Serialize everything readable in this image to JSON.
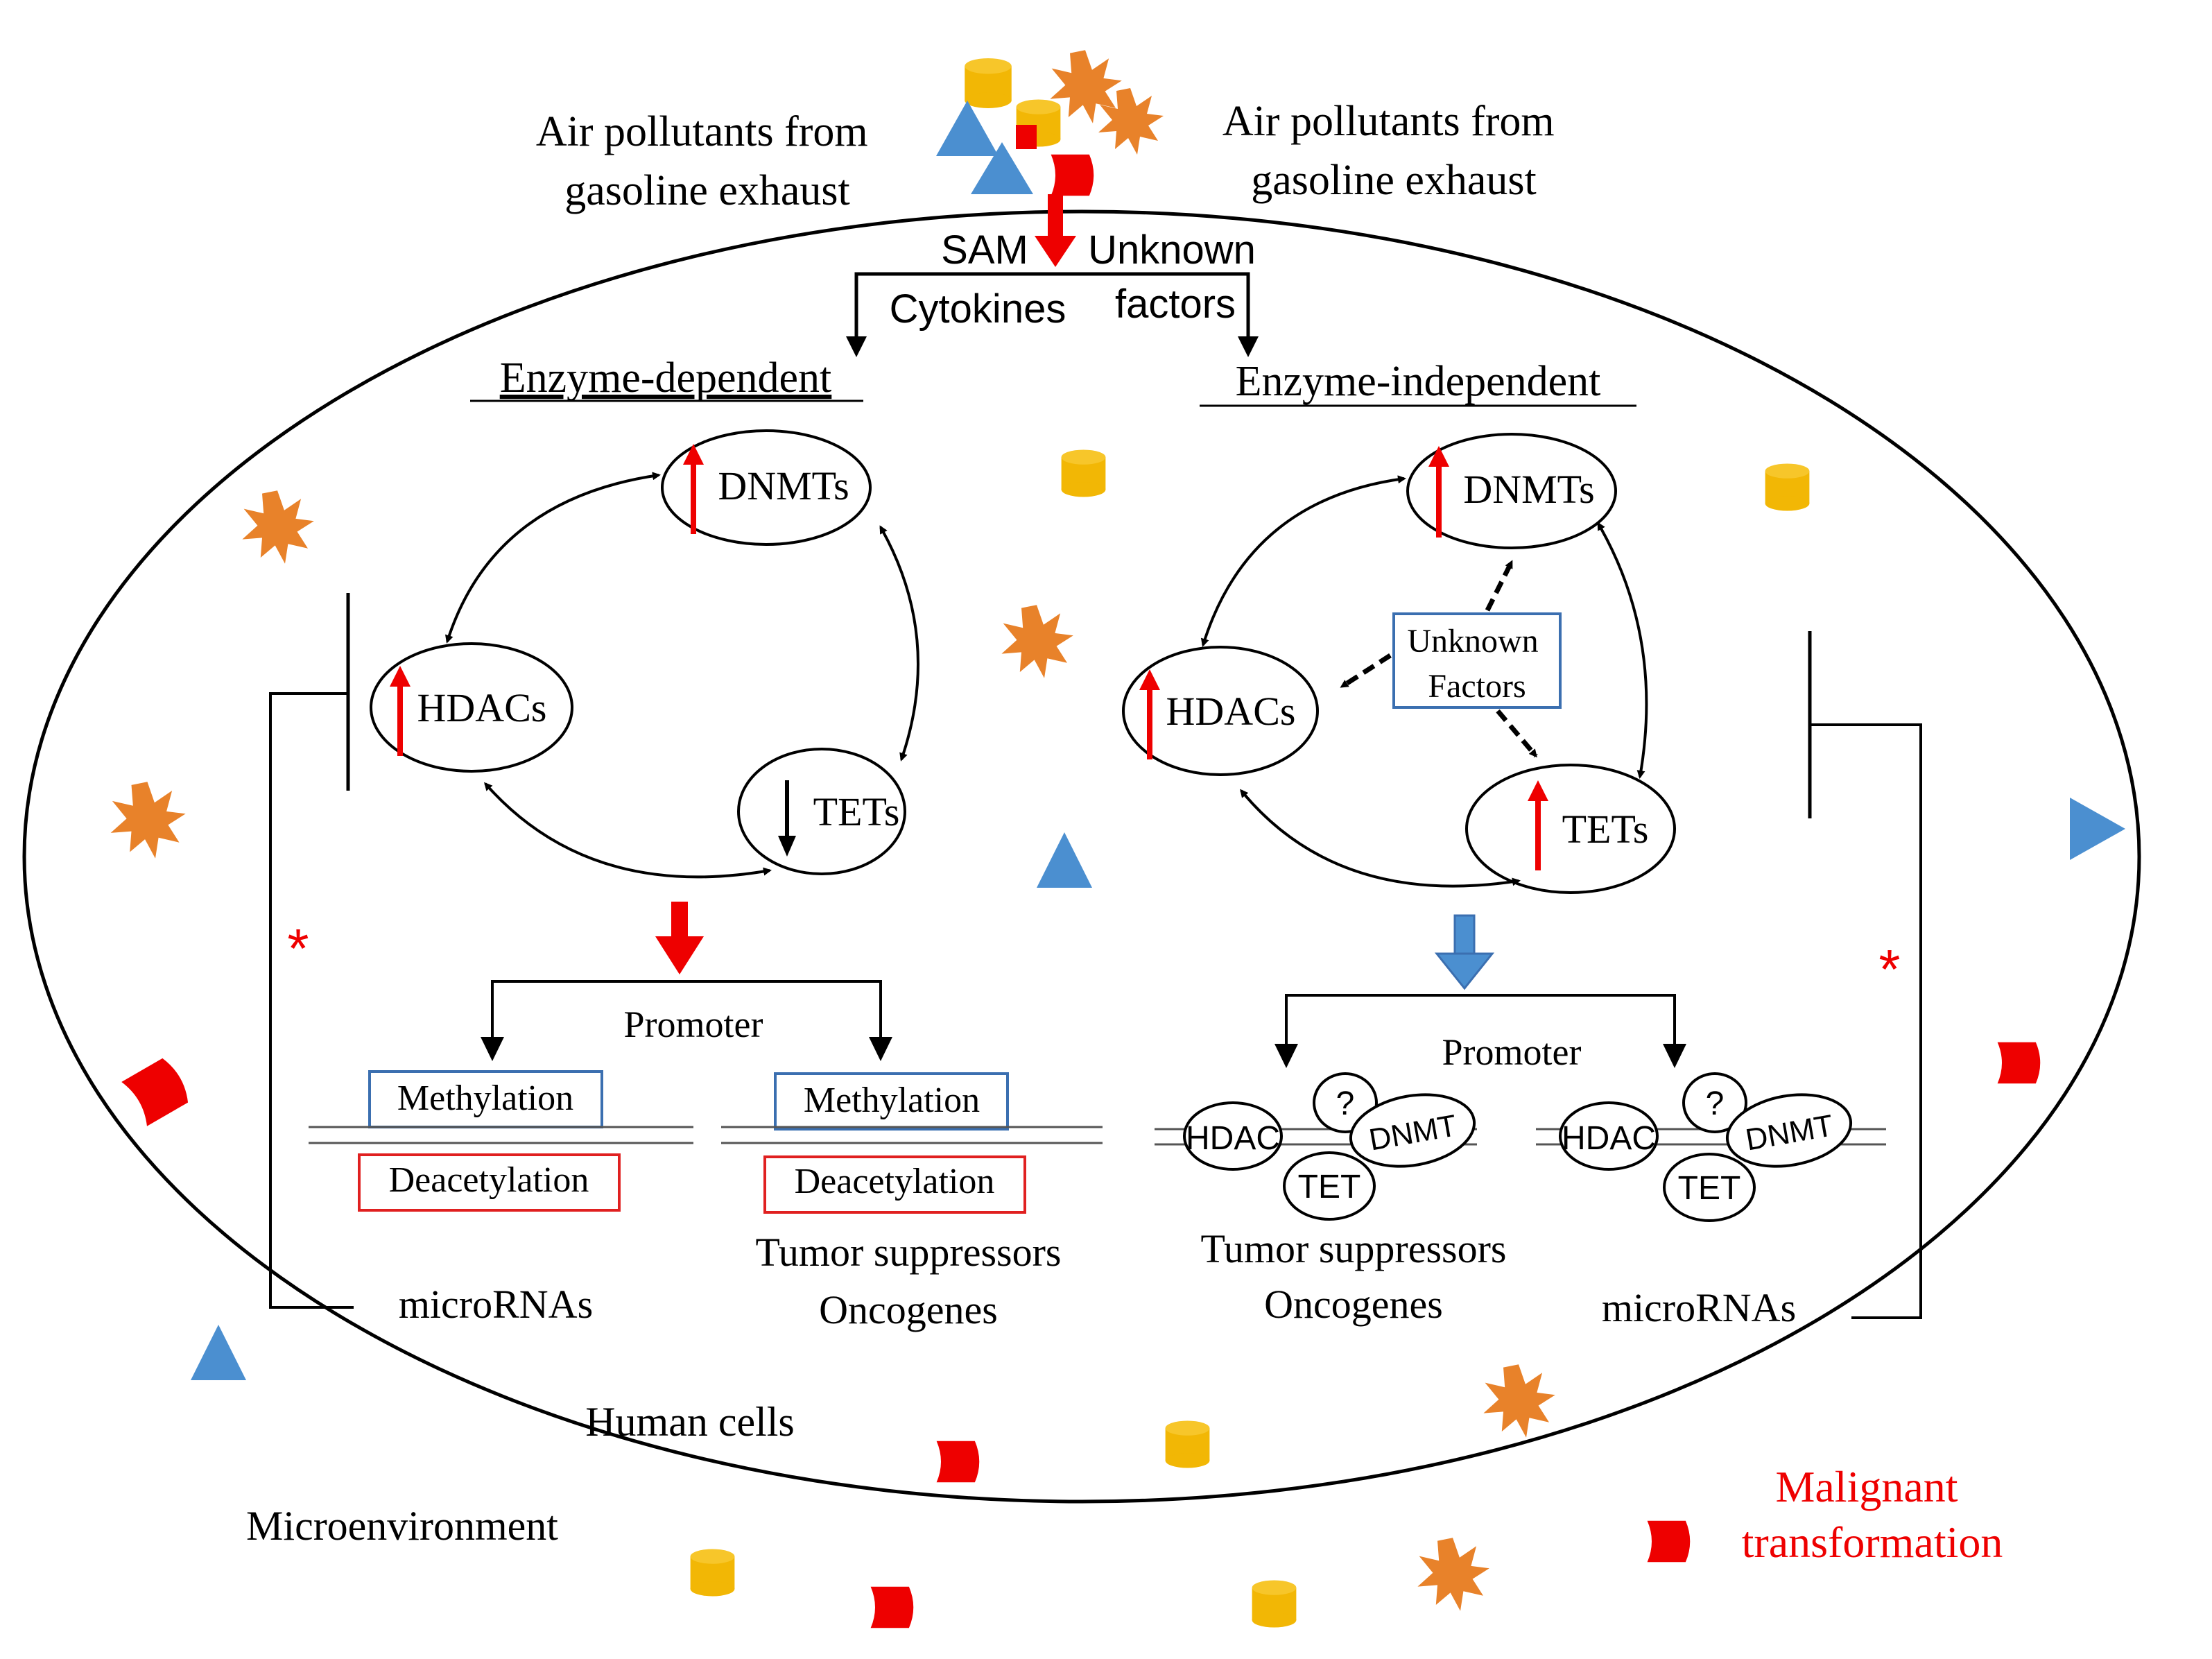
{
  "pollutants": {
    "left_label": [
      "Air pollutants from",
      "gasoline exhaust"
    ],
    "right_label": [
      "Air pollutants from",
      "gasoline exhaust"
    ]
  },
  "entry": {
    "sam": "SAM",
    "unknown": "Unknown",
    "cytokines": "Cytokines",
    "factors": "factors"
  },
  "left_panel": {
    "heading": "Enzyme-dependent",
    "dnmts": "DNMTs",
    "hdacs": "HDACs",
    "tets": "TETs",
    "promoter": "Promoter",
    "methylation_1": "Methylation",
    "deacetylation_1": "Deacetylation",
    "methylation_2": "Methylation",
    "deacetylation_2": "Deacetylation",
    "micrornas": "microRNAs",
    "tumor_suppressors": "Tumor suppressors",
    "oncogenes": "Oncogenes",
    "asterisk": "*"
  },
  "right_panel": {
    "heading": "Enzyme-independent",
    "dnmts": "DNMTs",
    "hdacs": "HDACs",
    "tets": "TETs",
    "unknown_factors": [
      "Unknown",
      "Factors"
    ],
    "promoter": "Promoter",
    "complex_hdac": "HDAC",
    "complex_dnmt": "DNMT",
    "complex_tet": "TET",
    "complex_question": "?",
    "tumor_suppressors": "Tumor suppressors",
    "oncogenes": "Oncogenes",
    "micrornas": "microRNAs",
    "asterisk": "*"
  },
  "labels": {
    "human_cells": "Human cells",
    "microenvironment": "Microenvironment",
    "malignant": [
      "Malignant",
      "transformation"
    ]
  },
  "colors": {
    "red": "#ee0000",
    "blue_triangle": "#4b8fd0",
    "orange_star": "#e8822a",
    "gold_cylinder": "#f2b705",
    "box_blue": "#3b6fb0",
    "box_red": "#e02020"
  },
  "icons": [
    "orange-star-icon",
    "blue-triangle-icon",
    "gold-cylinder-icon",
    "red-curved-block-icon"
  ]
}
